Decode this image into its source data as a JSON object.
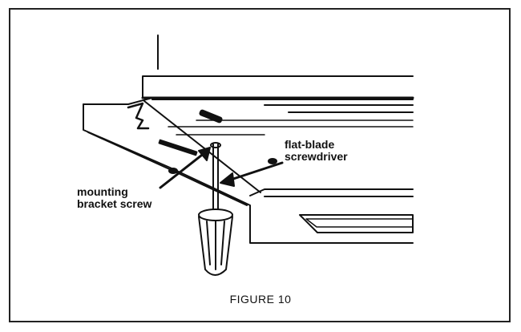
{
  "labels": {
    "screwdriver_line1": "flat-blade",
    "screwdriver_line2": "screwdriver",
    "screw_line1": "mounting",
    "screw_line2": "bracket screw"
  },
  "caption": "FIGURE 10",
  "colors": {
    "ink": "#111111",
    "background": "#ffffff"
  }
}
